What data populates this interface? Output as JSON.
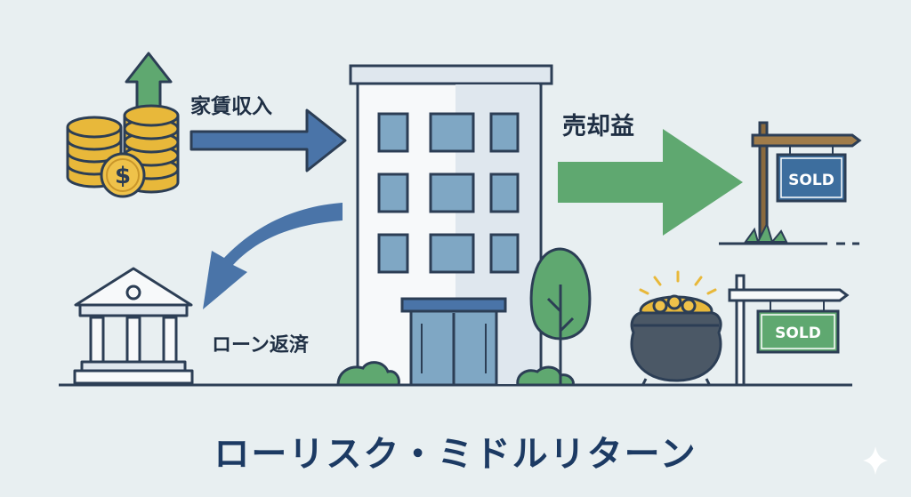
{
  "labels": {
    "rent_income": "家賃収入",
    "sale_profit": "売却益",
    "loan_repayment": "ローン返済",
    "tagline": "ローリスク・ミドルリターン"
  },
  "signs": {
    "top": "SOLD",
    "bottom": "SOLD"
  },
  "colors": {
    "background": "#e8eff1",
    "blue_arrow": "#4a74a8",
    "green_arrow": "#5fa870",
    "outline": "#2c3e55",
    "coin_gold": "#e8b83a",
    "building_white": "#f7f9fa",
    "building_shade": "#dfe7ee",
    "window_blue": "#7fa7c4",
    "sign_blue": "#3d6e9e",
    "sign_green": "#5fa870",
    "tagline": "#1c3a63"
  },
  "icons": [
    "coin-stack-icon",
    "dollar-coin-icon",
    "up-arrow-icon",
    "bank-icon",
    "building-icon",
    "tree-icon",
    "gold-pot-icon",
    "sold-sign-icon",
    "sparkle-icon"
  ]
}
